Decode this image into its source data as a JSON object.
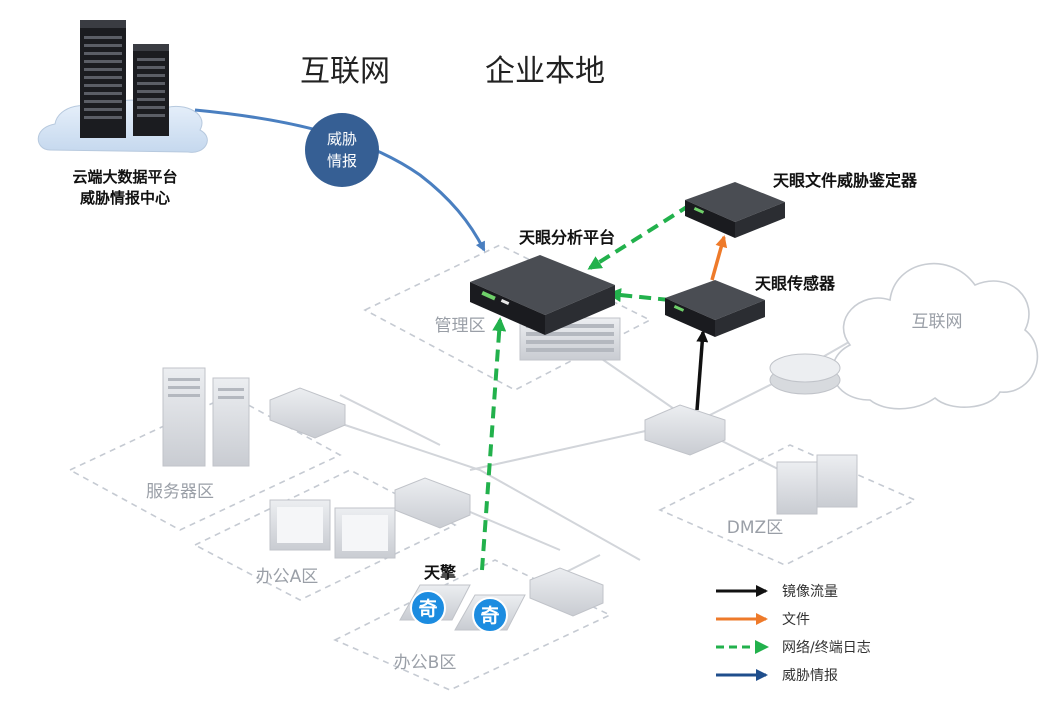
{
  "header": {
    "internet_label": "互联网",
    "local_label": "企业本地"
  },
  "cloud_platform": {
    "line1": "云端大数据平台",
    "line2": "威胁情报中心"
  },
  "intel_bubble": {
    "line1": "威胁",
    "line2": "情报"
  },
  "devices": {
    "analysis_platform": "天眼分析平台",
    "file_identifier": "天眼文件威胁鉴定器",
    "sensor": "天眼传感器",
    "endpoint": "天擎",
    "endpoint_badge": "奇"
  },
  "zones": {
    "management": "管理区",
    "internet_cloud": "互联网",
    "server": "服务器区",
    "office_a": "办公A区",
    "office_b": "办公B区",
    "dmz": "DMZ区"
  },
  "legend": [
    {
      "label": "镜像流量",
      "color": "#111111",
      "style": "solid"
    },
    {
      "label": "文件",
      "color": "#ee7a2a",
      "style": "solid"
    },
    {
      "label": "网络/终端日志",
      "color": "#22b14c",
      "style": "dashed"
    },
    {
      "label": "威胁情报",
      "color": "#1f4e8c",
      "style": "solid"
    }
  ],
  "colors": {
    "intel_blue": "#4a7fc0",
    "bubble_blue": "#365f94",
    "log_green": "#22b14c",
    "file_orange": "#ee7a2a",
    "mirror_black": "#111111",
    "zone_gray": "#b0b4bc"
  }
}
